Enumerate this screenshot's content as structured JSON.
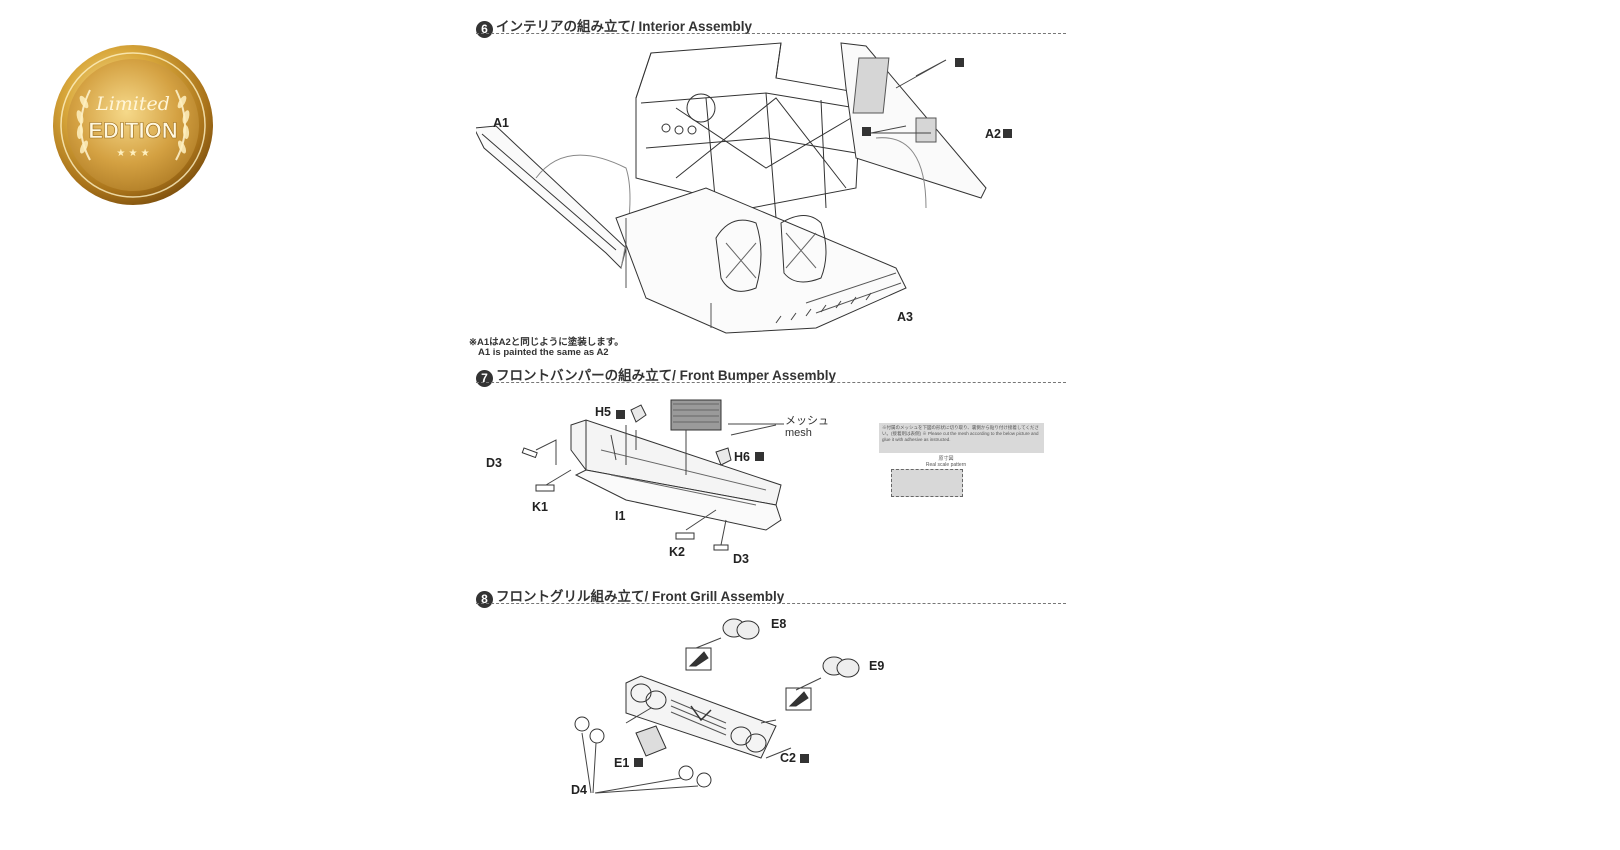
{
  "badge": {
    "script_text": "Limited",
    "main_text": "EDITION",
    "stars": "★ ★ ★"
  },
  "steps": [
    {
      "number": "6",
      "title": "インテリアの組み立て/ Interior Assembly",
      "labels": {
        "a1": "A1",
        "a2": "A2",
        "a3": "A3"
      },
      "note_jp": "※A1はA2と同じように塗装します。",
      "note_en": "A1 is painted the same as A2"
    },
    {
      "number": "7",
      "title": "フロントバンパーの組み立て/ Front Bumper Assembly",
      "labels": {
        "h5": "H5",
        "h6": "H6",
        "d3_left": "D3",
        "d3_right": "D3",
        "k1": "K1",
        "k2": "K2",
        "i1": "I1"
      },
      "mesh_jp": "メッシュ",
      "mesh_en": "mesh",
      "mesh_note": "※付属のメッシュを下図の形状に切り取り、裏側から貼り付け接着してください。(接着剤は表側)\n※ Please cut the mesh according to the below picture and glue it with adhesive as instructed.",
      "scale_jp": "原寸図",
      "scale_en": "Real scale pattern"
    },
    {
      "number": "8",
      "title": "フロントグリル組み立て/ Front Grill Assembly",
      "labels": {
        "e8": "E8",
        "e9": "E9",
        "e1": "E1",
        "c2": "C2",
        "d4": "D4"
      }
    }
  ]
}
